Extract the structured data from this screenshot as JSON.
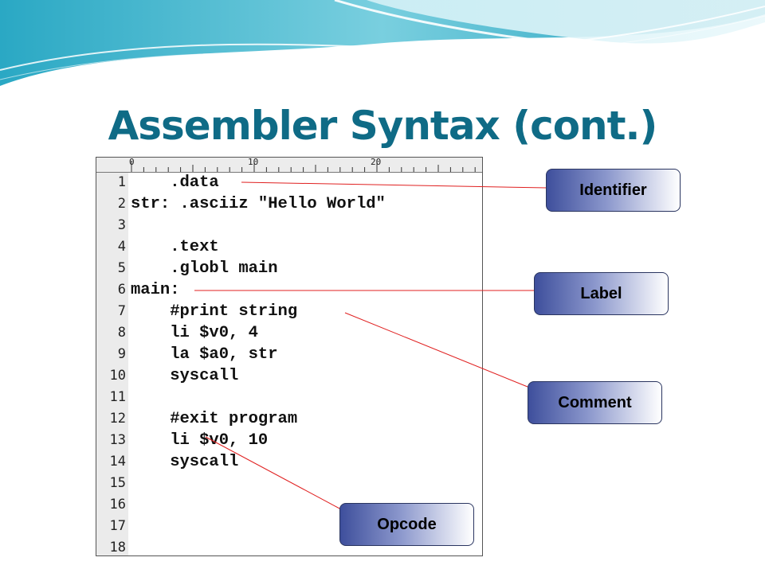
{
  "slide": {
    "title": "Assembler Syntax (cont.)"
  },
  "colors": {
    "title": "#0f6b86",
    "connector": "#e02020",
    "callout_dark": "#3e4f9c",
    "callout_light": "#ffffff"
  },
  "editor": {
    "ruler_labels": [
      "0",
      "10",
      "20"
    ],
    "lines": [
      {
        "num": "1",
        "text": "    .data"
      },
      {
        "num": "2",
        "text": "str: .asciiz \"Hello World\""
      },
      {
        "num": "3",
        "text": ""
      },
      {
        "num": "4",
        "text": "    .text"
      },
      {
        "num": "5",
        "text": "    .globl main"
      },
      {
        "num": "6",
        "text": "main:"
      },
      {
        "num": "7",
        "text": "    #print string"
      },
      {
        "num": "8",
        "text": "    li $v0, 4"
      },
      {
        "num": "9",
        "text": "    la $a0, str"
      },
      {
        "num": "10",
        "text": "    syscall"
      },
      {
        "num": "11",
        "text": ""
      },
      {
        "num": "12",
        "text": "    #exit program"
      },
      {
        "num": "13",
        "text": "    li $v0, 10"
      },
      {
        "num": "14",
        "text": "    syscall"
      },
      {
        "num": "15",
        "text": ""
      },
      {
        "num": "16",
        "text": ""
      },
      {
        "num": "17",
        "text": ""
      },
      {
        "num": "18",
        "text": ""
      }
    ]
  },
  "callouts": {
    "identifier": "Identifier",
    "label": "Label",
    "comment": "Comment",
    "opcode": "Opcode"
  }
}
